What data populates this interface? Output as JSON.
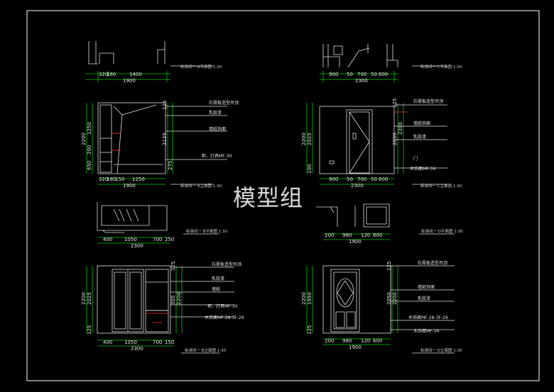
{
  "watermark": "模型组",
  "captions": {
    "a_plan": "标准间一  A平面图 1:30",
    "c_plan": "标准间一  C平面图 1:30",
    "a_elev": "标准间一  A立面图 1:30",
    "c_elev": "标准间一  C立面图 1:30",
    "b_plan": "标准间一  B平面图 1:30",
    "d_plan": "标准间一  D平面图 1:30",
    "b_elev": "标准间一  B立面图 1:30",
    "d_elev": "标准间一  D立面图 1:30"
  },
  "dims": {
    "a_plan": {
      "parts": [
        "320",
        "180",
        "1400"
      ],
      "total": "1900"
    },
    "c_plan": {
      "parts": [
        "900",
        "50",
        "700",
        "50",
        "600"
      ],
      "total": "2300"
    },
    "a_elev": {
      "parts": [
        "320",
        "180",
        "150",
        "1250"
      ],
      "total": "1900",
      "vertical_left": [
        "2200",
        "1250",
        "200",
        "650"
      ],
      "vertical_right": [
        "125",
        "2125",
        "275"
      ]
    },
    "c_elev": {
      "parts": [
        "900",
        "50",
        "700",
        "50",
        "600"
      ],
      "total": "2300",
      "vertical_left": [
        "2200",
        "2025",
        "100"
      ],
      "vertical_right": [
        "125",
        "2050",
        "2200"
      ]
    },
    "b_plan": {
      "parts": [
        "400",
        "1050",
        "700",
        "250"
      ],
      "total": "2300"
    },
    "d_plan": {
      "parts": [
        "200",
        "980",
        "120",
        "600"
      ],
      "total": "1900"
    },
    "b_elev": {
      "parts": [
        "400",
        "1050",
        "700",
        "150"
      ],
      "total": "2300",
      "vertical_left": [
        "2200",
        "2025",
        "125"
      ],
      "vertical_right": [
        "125",
        "305",
        "2200"
      ]
    },
    "d_elev": {
      "parts": [
        "200",
        "980",
        "120",
        "600"
      ],
      "total": "1900",
      "vertical_left": [
        "2200",
        "1950",
        "125"
      ],
      "vertical_right": [
        "125",
        "2050",
        "2200"
      ]
    }
  },
  "labels": {
    "a1": "石膏板造型吊顶",
    "a2": "乳胶漆",
    "a3": "墙纸饰面",
    "a4": "柜、灯具MF-30",
    "c1": "石膏板造型吊顶",
    "c2": "墙纸饰面",
    "c3": "乳胶漆",
    "c4": "门",
    "c5": "木饰面MF-34",
    "b1": "石膏板造型吊顶",
    "b2": "乳胶漆",
    "b3": "墙纸",
    "b4": "柜、灯具MF-30",
    "b5": "木饰面MF-28-3F-29",
    "d1": "石膏板造型吊顶",
    "d2": "墙纸饰面",
    "d3": "乳胶漆",
    "d4": "木饰面MF-28-3F-29",
    "d5": "木饰面MF-34"
  }
}
